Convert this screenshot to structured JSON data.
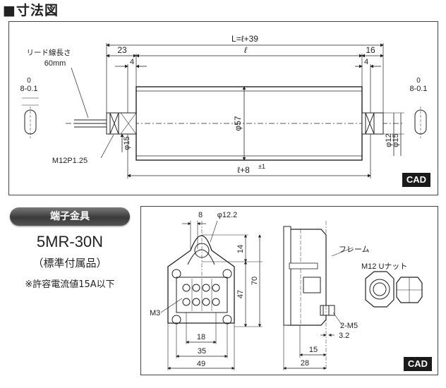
{
  "section_title": "■寸法図",
  "motor_drawing": {
    "lead_label": "リード線長さ",
    "lead_len": "60mm",
    "tol_top": "0",
    "tol_main": "8-0.1",
    "dim_total": "L=ℓ+39",
    "dim_l": "ℓ",
    "dim_23": "23",
    "dim_16": "16",
    "dim_4": "4",
    "dim_phi57": "φ57",
    "dim_phi15": "φ15",
    "dim_phi12": "φ12",
    "dim_l8": "ℓ+8",
    "dim_pm1": "±1",
    "thread": "M12P1.25",
    "cad": "CAD"
  },
  "terminal": {
    "pill": "端子金具",
    "model": "5MR-30N",
    "std": "（標準付属品）",
    "note": "※許容電流値15A以下",
    "dim_8": "8",
    "dim_phi122": "φ12.2",
    "dim_14": "14",
    "dim_47": "47",
    "dim_70": "70",
    "dim_18": "18",
    "dim_35": "35",
    "dim_49": "49",
    "m3": "M3",
    "frame": "フレーム",
    "nut": "M12 Uナット",
    "m5": "2-M5",
    "dim_32": "3.2",
    "dim_15": "15",
    "dim_28": "28",
    "cad": "CAD"
  }
}
